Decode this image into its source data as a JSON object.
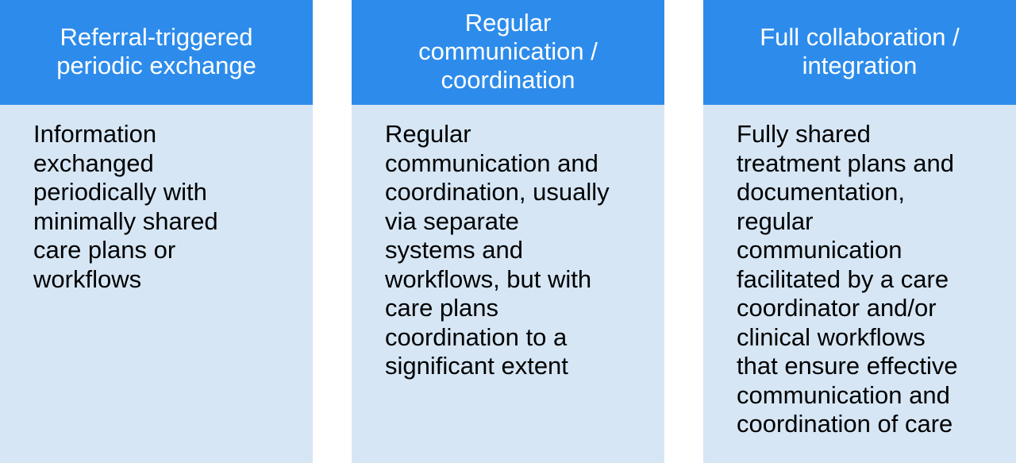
{
  "columns": [
    {
      "title": "Referral-triggered\nperiodic exchange",
      "body": "Information\nexchanged\nperiodically with\nminimally shared\ncare plans or\nworkflows"
    },
    {
      "title": "Regular\ncommunication /\ncoordination",
      "body": "Regular\ncommunication and\ncoordination, usually\nvia separate\nsystems and\nworkflows, but with\ncare plans\ncoordination to a\nsignificant extent"
    },
    {
      "title": "Full collaboration /\nintegration",
      "body": "Fully shared\ntreatment plans and\ndocumentation,\nregular\ncommunication\nfacilitated by a care\ncoordinator and/or\nclinical workflows\nthat ensure effective\ncommunication and\ncoordination of care"
    }
  ],
  "colors": {
    "header": "#2d8ceb",
    "body": "#d6e6f5",
    "header_text": "#ffffff",
    "body_text": "#000000"
  }
}
